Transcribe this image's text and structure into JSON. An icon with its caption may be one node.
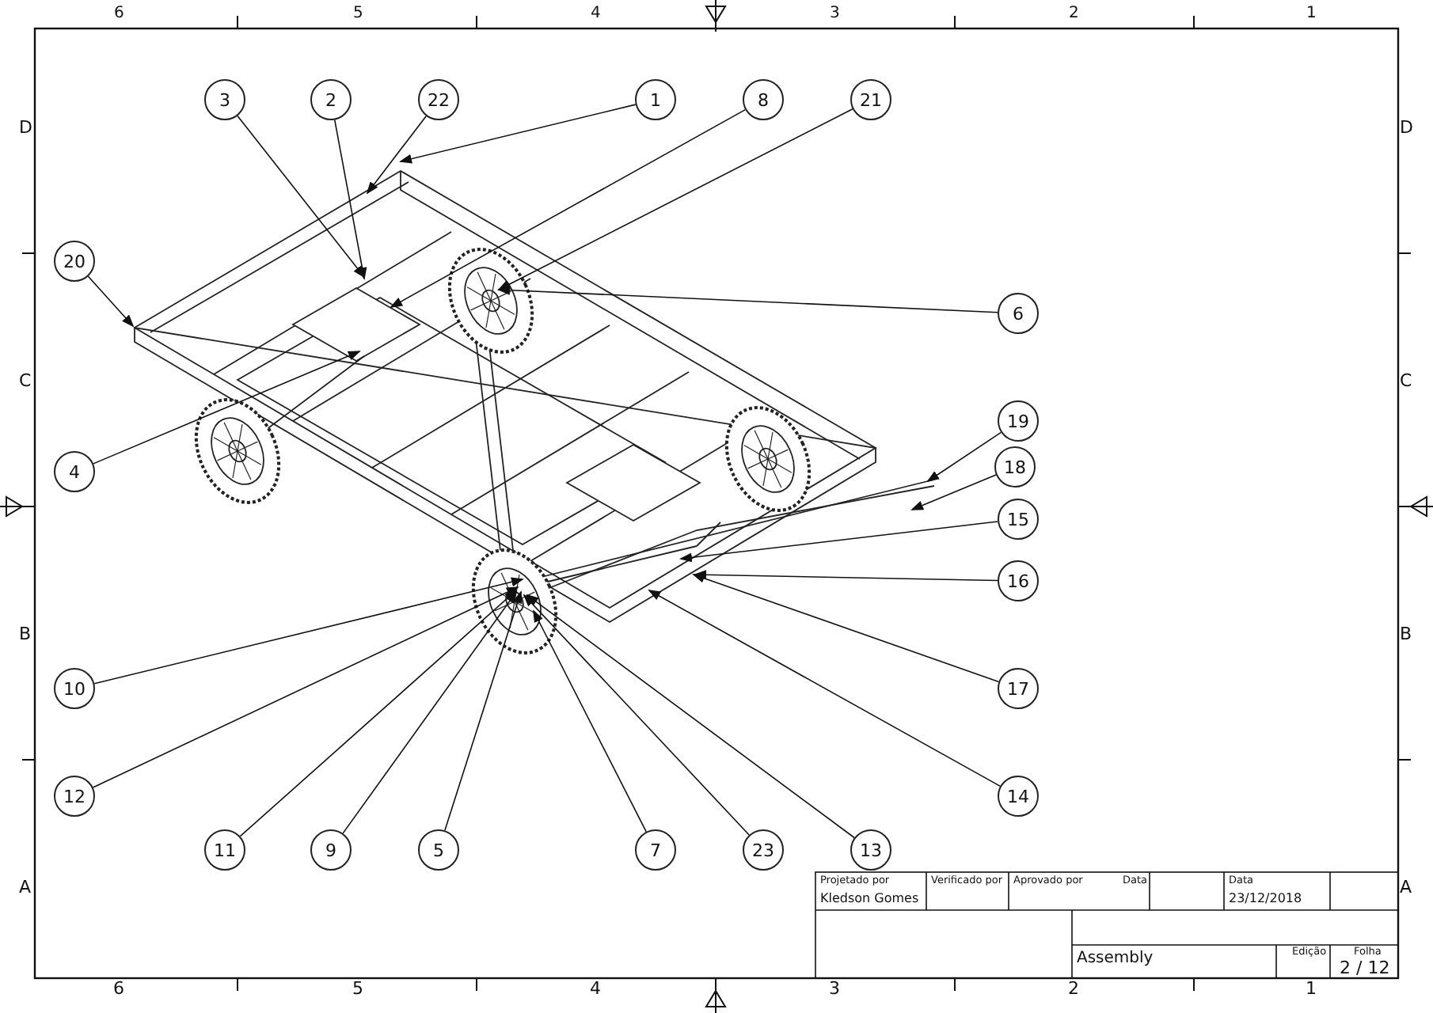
{
  "diagram": {
    "nodes": [
      {
        "text": [
          "3"
        ]
      },
      {
        "text": [
          "2"
        ]
      },
      {
        "text": [
          "22"
        ]
      },
      {
        "text": [
          "1"
        ]
      },
      {
        "text": [
          "8"
        ]
      },
      {
        "text": [
          "21"
        ]
      },
      {
        "text": [
          "20"
        ]
      },
      {
        "text": [
          "6"
        ]
      },
      {
        "text": [
          "4"
        ]
      },
      {
        "text": [
          "19"
        ]
      },
      {
        "text": [
          "18"
        ]
      },
      {
        "text": [
          "15"
        ]
      },
      {
        "text": [
          "16"
        ]
      },
      {
        "text": [
          "10"
        ]
      },
      {
        "text": [
          "17"
        ]
      },
      {
        "text": [
          "12"
        ]
      },
      {
        "text": [
          "14"
        ]
      },
      {
        "text": [
          "11"
        ]
      },
      {
        "text": [
          "9"
        ]
      },
      {
        "text": [
          "5"
        ]
      },
      {
        "text": [
          "7"
        ]
      },
      {
        "text": [
          "23"
        ]
      },
      {
        "text": [
          "13"
        ]
      }
    ],
    "edges": [
      {
        "from": 0,
        "to": null,
        "arrow": "to"
      },
      {
        "from": 1,
        "to": null,
        "arrow": "to"
      },
      {
        "from": 2,
        "to": null,
        "arrow": "to"
      },
      {
        "from": 3,
        "to": null,
        "arrow": "to"
      },
      {
        "from": 4,
        "to": null,
        "arrow": "to"
      },
      {
        "from": 5,
        "to": null,
        "arrow": "to"
      },
      {
        "from": 6,
        "to": null,
        "arrow": "to"
      },
      {
        "from": 7,
        "to": null,
        "arrow": "to"
      },
      {
        "from": 8,
        "to": null,
        "arrow": "to"
      },
      {
        "from": 9,
        "to": null,
        "arrow": "to"
      },
      {
        "from": 10,
        "to": null,
        "arrow": "to"
      },
      {
        "from": 11,
        "to": null,
        "arrow": "to"
      },
      {
        "from": 12,
        "to": null,
        "arrow": "to"
      },
      {
        "from": 13,
        "to": null,
        "arrow": "to"
      },
      {
        "from": 14,
        "to": null,
        "arrow": "to"
      },
      {
        "from": 15,
        "to": null,
        "arrow": "to"
      },
      {
        "from": 16,
        "to": null,
        "arrow": "to"
      },
      {
        "from": 17,
        "to": null,
        "arrow": "to"
      },
      {
        "from": 18,
        "to": null,
        "arrow": "to"
      },
      {
        "from": 19,
        "to": null,
        "arrow": "to"
      },
      {
        "from": 20,
        "to": null,
        "arrow": "to"
      },
      {
        "from": 21,
        "to": null,
        "arrow": "to"
      },
      {
        "from": 22,
        "to": null,
        "arrow": "to"
      }
    ],
    "labels": [
      "6",
      "5",
      "4",
      "3",
      "2",
      "1",
      "D",
      "D",
      "C",
      "C",
      "B",
      "B",
      "A",
      "A",
      "Projetado por",
      "Verificado por",
      "Aprovado por",
      "Data",
      "Data",
      "Kledson Gomes",
      "23/12/2018",
      "Assembly",
      "Edição",
      "Folha",
      "2 / 12",
      "6",
      "5",
      "4",
      "3",
      "2",
      "1"
    ]
  }
}
